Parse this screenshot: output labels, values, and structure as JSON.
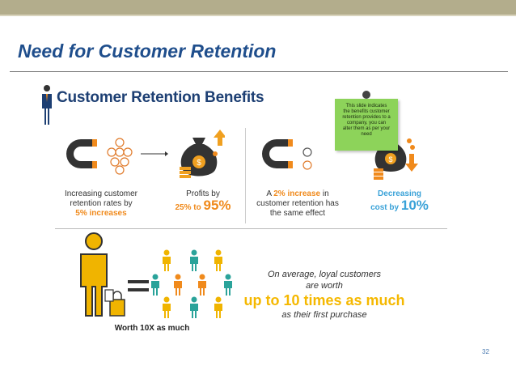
{
  "slide": {
    "title": "Need for Customer Retention",
    "page_number": "32"
  },
  "infographic": {
    "banner": "Customer Retention Benefits",
    "items": [
      {
        "line1": "Increasing customer",
        "line2": "retention rates by",
        "highlight": "5% increases"
      },
      {
        "line1": "Profits by",
        "highlight_small": "25% to",
        "highlight_big": "95%"
      },
      {
        "prefix": "A",
        "highlight": "2% increase",
        "suffix": "in",
        "line2": "customer retention has",
        "line3": "the same effect"
      },
      {
        "line1": "Decreasing",
        "highlight_small": "cost by",
        "highlight_big": "10%"
      }
    ],
    "note": [
      "This slide indicates",
      "the benefits customer",
      "retention provides to a",
      "company, you can",
      "alter them as per your",
      "need"
    ],
    "worth_label": "Worth 10X as much",
    "loyal": {
      "line1": "On average, loyal customers",
      "line2": "are worth",
      "highlight": "up to 10 times as much",
      "line3": "as their first purchase"
    }
  },
  "colors": {
    "title_blue": "#1f4e8c",
    "accent_orange": "#f08a1c",
    "accent_blue": "#3aa2d8",
    "note_green": "#8dd35a",
    "top_bar": "#b3ad8c"
  }
}
